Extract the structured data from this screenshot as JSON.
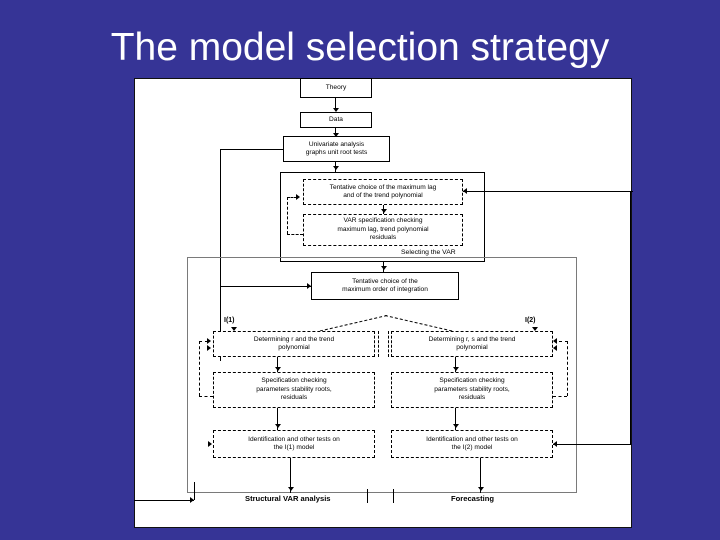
{
  "slide": {
    "title": "The model selection strategy",
    "background_color": "#363496",
    "title_color": "#ffffff",
    "canvas_color": "#ffffff"
  },
  "diagram": {
    "nodes": {
      "theory": "Theory",
      "data": "Data",
      "univariate": "Univariate analysis\ngraphs unit root tests",
      "tentative_lag": "Tentative choice of the maximum lag\nand of the trend polynomial",
      "var_spec": "VAR specification checking\nmaximum lag, trend polynomial\nresiduals",
      "selecting_var_caption": "Selecting the VAR",
      "tentative_order": "Tentative choice of the\nmaximum order of integration",
      "i1_label": "I(1)",
      "i2_label": "I(2)",
      "determining_r": "Determining r and the trend\npolynomial",
      "determining_rs": "Determining r, s and the trend\npolynomial",
      "spec_check_left": "Specification checking\nparameters stability roots,\nresiduals",
      "spec_check_right": "Specification checking\nparameters stability roots,\nresiduals",
      "ident_left": "Identification and other tests on\nthe I(1) model",
      "ident_right": "Identification and other tests on\nthe I(2) model",
      "structural_var": "Structural VAR analysis",
      "forecasting": "Forecasting"
    }
  }
}
